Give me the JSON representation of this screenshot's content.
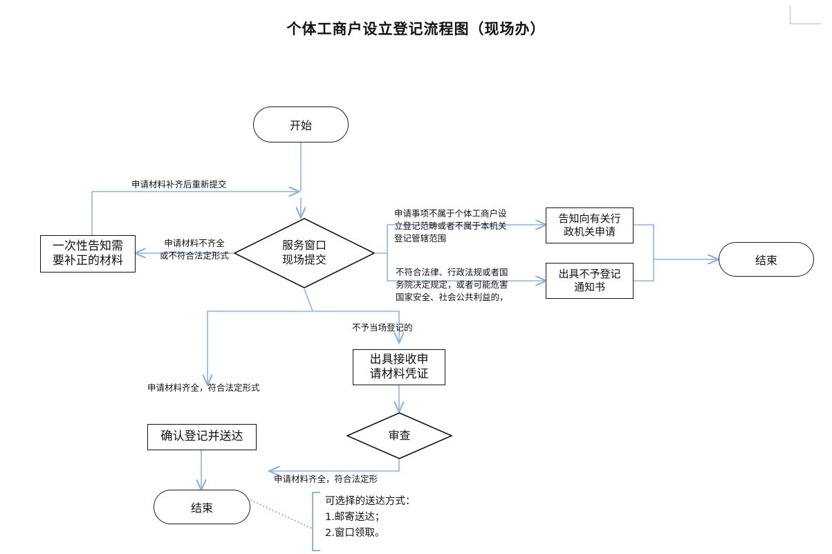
{
  "title": "个体工商户设立登记流程图（现场办）",
  "colors": {
    "connector": "#8EB4E3",
    "node_border": "#111111",
    "text": "#111111",
    "background": "#FFFFFF"
  },
  "nodes": {
    "start": {
      "label": "开始",
      "shape": "terminator"
    },
    "submit_decision": {
      "label": "服务窗口\n现场提交",
      "shape": "decision"
    },
    "one_time_notice": {
      "label": "一次性告知需\n要补正的材料",
      "shape": "process"
    },
    "inform_other_agency": {
      "label": "告知向有关行\n政机关申请",
      "shape": "process"
    },
    "refusal_notice": {
      "label": "出具不予登记\n通知书",
      "shape": "process"
    },
    "end_right": {
      "label": "结束",
      "shape": "terminator"
    },
    "receipt_voucher": {
      "label": "出具接收申\n请材料凭证",
      "shape": "process"
    },
    "review_decision": {
      "label": "审查",
      "shape": "decision"
    },
    "confirm_register": {
      "label": "确认登记并送达",
      "shape": "process"
    },
    "end_bottom": {
      "label": "结束",
      "shape": "terminator"
    }
  },
  "edge_labels": {
    "resubmit": "申请材料补齐后重新提交",
    "incomplete": "申请材料不齐全\n或不符合法定形式",
    "out_of_scope": "申请事项不属于个体工商户设\n立登记范畴或者不属于本机关\n登记管辖范围",
    "illegal": "不符合法律、行政法规或者国\n务院决定规定，或者可能危害\n国家安全、社会公共利益的，",
    "not_onsite": "不予当场登记的",
    "complete_left": "申请材料齐全，符合法定形式",
    "complete_review": "申请材料齐全，符合法定形"
  },
  "note": {
    "text": "可选择的送达方式：\n1.邮寄送达；\n2.窗口领取。"
  }
}
